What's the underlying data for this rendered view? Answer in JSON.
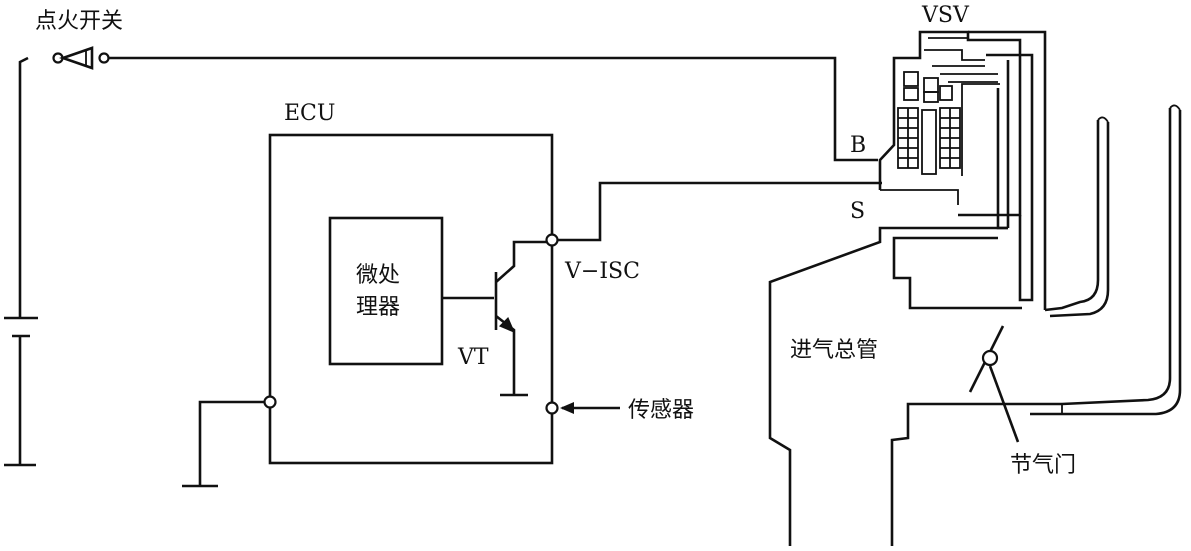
{
  "labels": {
    "ignition_switch": "点火开关",
    "vsv": "VSV",
    "ecu": "ECU",
    "terminal_b": "B",
    "terminal_s": "S",
    "microprocessor_line1": "微处",
    "microprocessor_line2": "理器",
    "transistor": "VT",
    "v_isc": "V−ISC",
    "sensor": "传感器",
    "intake_manifold": "进气总管",
    "throttle_valve": "节气门"
  }
}
